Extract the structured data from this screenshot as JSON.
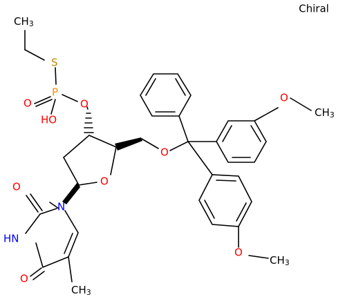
{
  "labels": {
    "chiral": "Chiral",
    "s": "S",
    "p": "P",
    "o_double": "O",
    "ho": "HO",
    "o_ester": "O",
    "o_ring": "O",
    "o_ether": "O",
    "n1": "N",
    "hn": "HN",
    "c2_oxygen": "O",
    "c4_oxygen": "O",
    "ome_top": "O",
    "ome_bottom": "O",
    "ch3_ethyl": "CH",
    "ch3_ome_top": "CH",
    "ch3_ome_bottom": "CH",
    "ch3_methyl": "CH",
    "sub3": "3"
  },
  "colors": {
    "bond": "#000000",
    "oxygen": "#ff0000",
    "nitrogen": "#0000ff",
    "sulfur": "#b8860b",
    "phosphorus": "#ff8c00",
    "carbon": "#000000"
  }
}
